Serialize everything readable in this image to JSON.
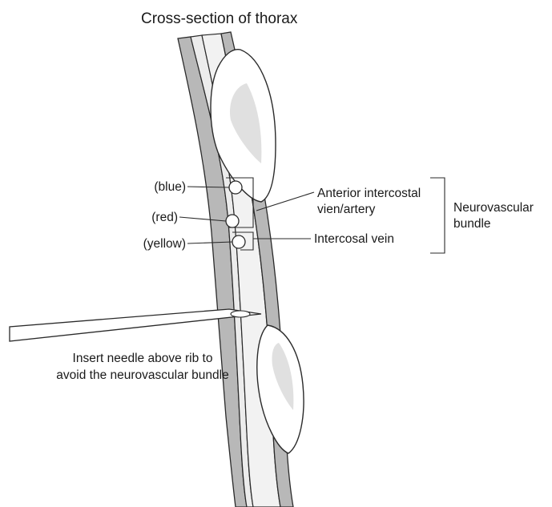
{
  "title": "Cross-section of thorax",
  "labels": {
    "blue": "(blue)",
    "red": "(red)",
    "yellow": "(yellow)",
    "anterior_vessel": "Anterior intercostal",
    "anterior_vessel_line2": "vien/artery",
    "intercostal_vein": "Intercosal vein",
    "bundle": "Neurovascular",
    "bundle_line2": "bundle",
    "instruction": "Insert needle above rib to",
    "instruction_line2": "avoid the neurovascular bundle"
  },
  "colors": {
    "outline": "#2a2a2a",
    "muscle_dark": "#b8b8b8",
    "muscle_light": "#ececec",
    "rib_core": "#e0e0e0",
    "bundle_region": "#f2f2f2",
    "background": "#ffffff"
  }
}
